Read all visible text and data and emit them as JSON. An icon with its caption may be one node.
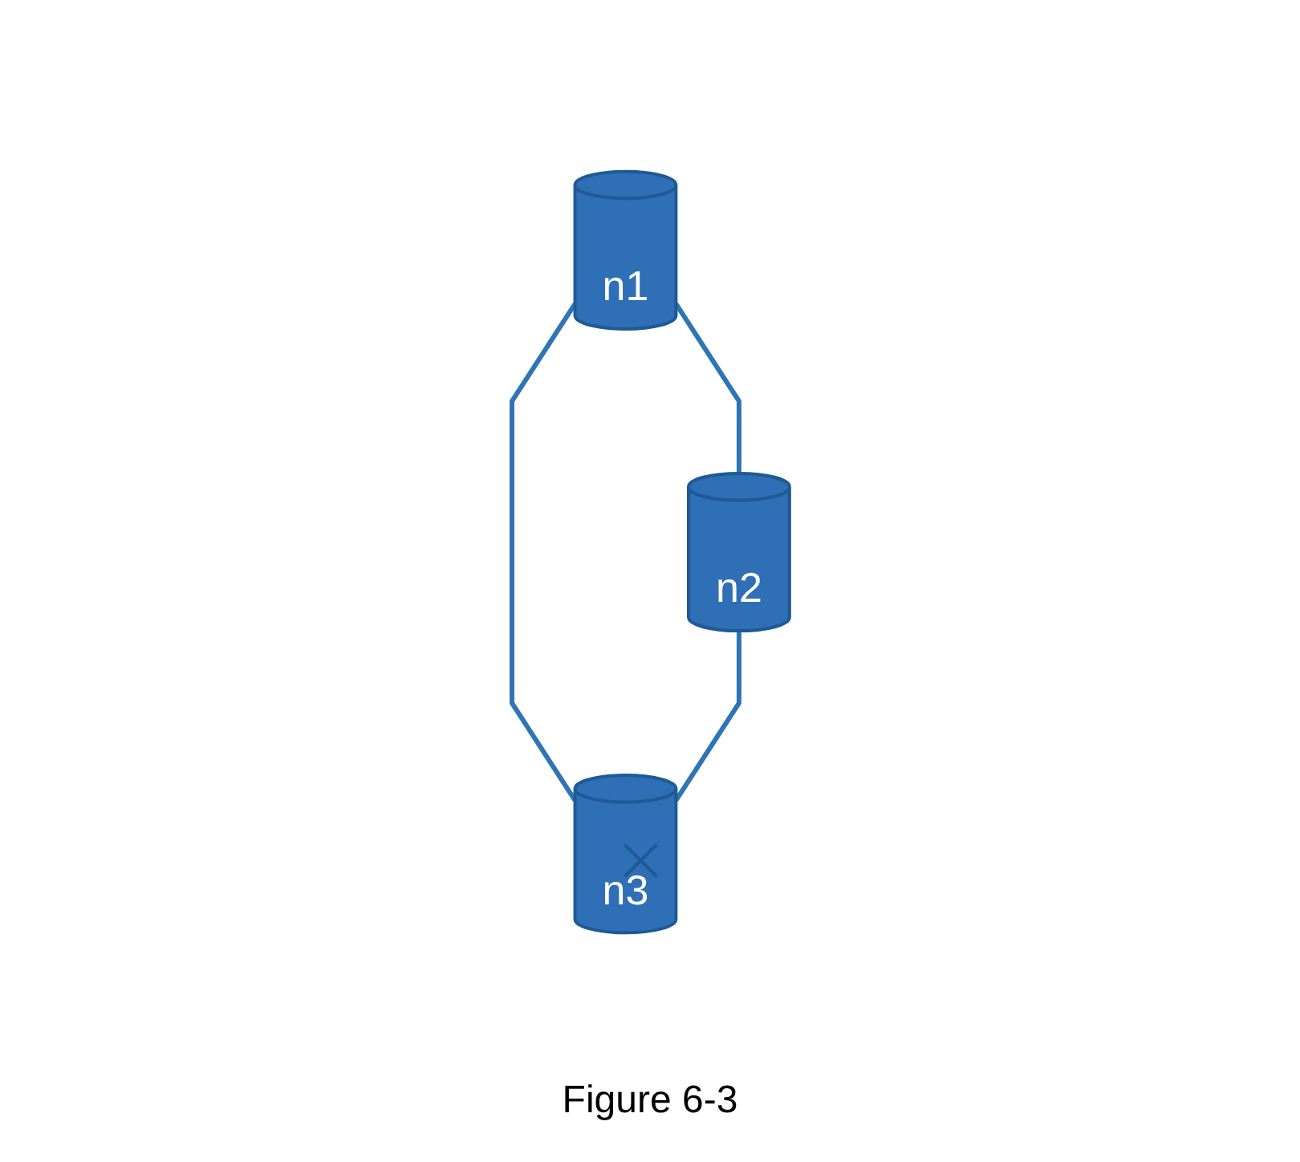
{
  "diagram": {
    "caption": "Figure 6-3",
    "nodes": [
      {
        "text": [
          "n1"
        ]
      },
      {
        "text": [
          "n2"
        ]
      },
      {
        "text": [
          "n3"
        ]
      }
    ],
    "edges": [
      {
        "from": 0,
        "to": 1,
        "arrow": "none"
      },
      {
        "from": 0,
        "to": 2,
        "arrow": "none"
      },
      {
        "from": 1,
        "to": 2,
        "arrow": "none"
      }
    ]
  }
}
